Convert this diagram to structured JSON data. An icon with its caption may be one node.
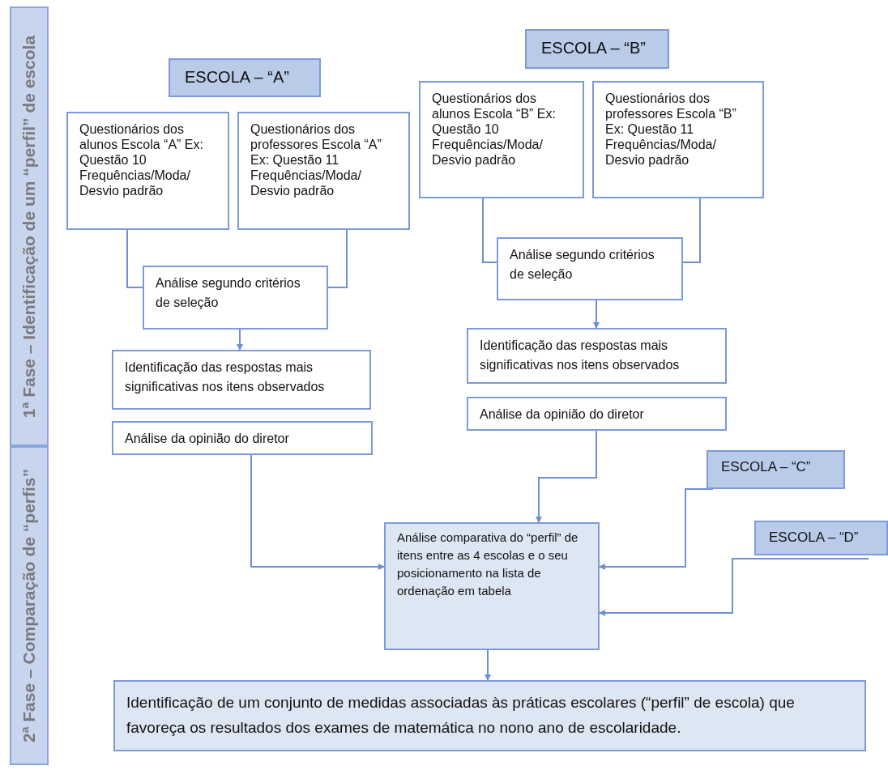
{
  "diagram": {
    "nodes": [
      {
        "text": [
          "1ª Fase – Identificação de um “perfil” de escola"
        ]
      },
      {
        "text": [
          "2ª Fase – Comparação de “perfis”"
        ]
      },
      {
        "text": [
          "ESCOLA – “A”"
        ]
      },
      {
        "text": [
          "Questionários dos alunos Escola “A” Ex: Questão 10 Frequências/Moda/ Desvio padrão"
        ]
      },
      {
        "text": [
          "Questionários dos professores Escola “A” Ex: Questão 11 Frequências/Moda/ Desvio padrão"
        ]
      },
      {
        "text": [
          "Análise segundo critérios de seleção"
        ]
      },
      {
        "text": [
          "Identificação das respostas mais significativas nos itens observados"
        ]
      },
      {
        "text": [
          "Análise da opinião do diretor"
        ]
      },
      {
        "text": [
          "ESCOLA – “B”"
        ]
      },
      {
        "text": [
          "Questionários dos alunos Escola “B” Ex: Questão 10 Frequências/Moda/ Desvio padrão"
        ]
      },
      {
        "text": [
          "Questionários dos professores Escola “B” Ex: Questão 11 Frequências/Moda/ Desvio padrão"
        ]
      },
      {
        "text": [
          "Análise segundo critérios de seleção"
        ]
      },
      {
        "text": [
          "Identificação das respostas mais significativas nos itens observados"
        ]
      },
      {
        "text": [
          "Análise da opinião do diretor"
        ]
      },
      {
        "text": [
          "ESCOLA – “C”"
        ]
      },
      {
        "text": [
          "ESCOLA – “D”"
        ]
      },
      {
        "text": [
          "Análise comparativa do “perfil” de itens entre as 4 escolas e o seu posicionamento na lista de ordenação em tabela"
        ]
      },
      {
        "text": [
          "Identificação de um conjunto de medidas associadas às práticas escolares (“perfil” de escola) que favoreça os resultados dos exames de matemática no nono ano de escolaridade."
        ]
      }
    ],
    "edges": [
      {
        "from": 3,
        "to": 5,
        "arrow": "none"
      },
      {
        "from": 4,
        "to": 5,
        "arrow": "none"
      },
      {
        "from": 5,
        "to": 6,
        "arrow": "to"
      },
      {
        "from": 7,
        "to": 16,
        "arrow": "to"
      },
      {
        "from": 9,
        "to": 11,
        "arrow": "none"
      },
      {
        "from": 10,
        "to": 11,
        "arrow": "none"
      },
      {
        "from": 11,
        "to": 12,
        "arrow": "to"
      },
      {
        "from": 13,
        "to": 16,
        "arrow": "to"
      },
      {
        "from": 14,
        "to": 16,
        "arrow": "to"
      },
      {
        "from": 15,
        "to": 16,
        "arrow": "to"
      },
      {
        "from": 16,
        "to": 17,
        "arrow": "to"
      }
    ]
  }
}
